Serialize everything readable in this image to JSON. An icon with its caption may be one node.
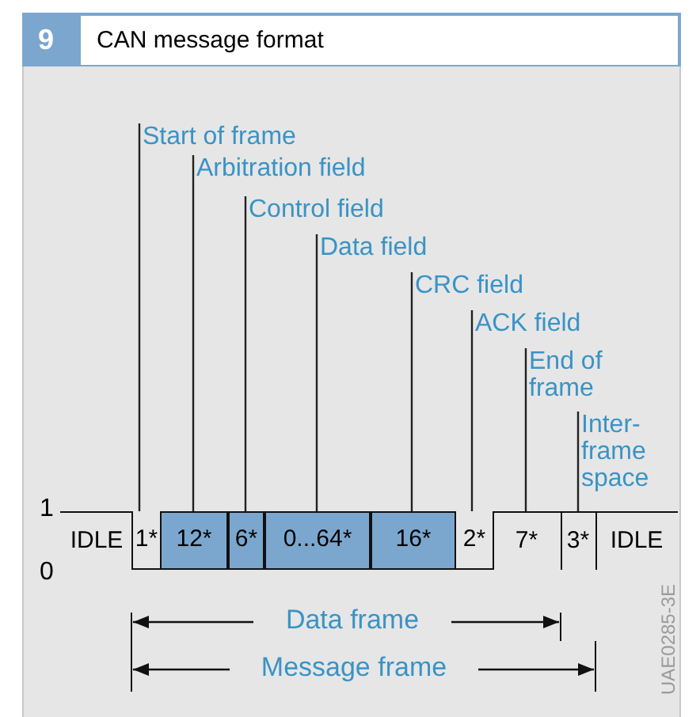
{
  "diagram": {
    "title": "CAN message format",
    "nodes": [
      {
        "text": [
          "Start of frame"
        ]
      },
      {
        "text": [
          "Arbitration field"
        ]
      },
      {
        "text": [
          "Control field"
        ]
      },
      {
        "text": [
          "Data field"
        ]
      },
      {
        "text": [
          "CRC field"
        ]
      },
      {
        "text": [
          "ACK field"
        ]
      },
      {
        "text": [
          "End of frame"
        ]
      },
      {
        "text": [
          "Inter-frame space"
        ]
      },
      {
        "text": [
          "IDLE"
        ]
      },
      {
        "text": [
          "1*"
        ]
      },
      {
        "text": [
          "12*"
        ]
      },
      {
        "text": [
          "6*"
        ]
      },
      {
        "text": [
          "0...64*"
        ]
      },
      {
        "text": [
          "16*"
        ]
      },
      {
        "text": [
          "2*"
        ]
      },
      {
        "text": [
          "7*"
        ]
      },
      {
        "text": [
          "3*"
        ]
      },
      {
        "text": [
          "IDLE"
        ]
      }
    ],
    "edges": [
      {
        "from": 0,
        "to": 9,
        "arrow": "none"
      },
      {
        "from": 1,
        "to": 10,
        "arrow": "none"
      },
      {
        "from": 2,
        "to": 11,
        "arrow": "none"
      },
      {
        "from": 3,
        "to": 12,
        "arrow": "none"
      },
      {
        "from": 4,
        "to": 13,
        "arrow": "none"
      },
      {
        "from": 5,
        "to": 14,
        "arrow": "none"
      },
      {
        "from": 6,
        "to": 15,
        "arrow": "none"
      },
      {
        "from": 7,
        "to": 16,
        "arrow": "none"
      }
    ],
    "labels": [
      "9",
      "1",
      "0",
      "Data frame",
      "Message frame",
      "UAE0285-3E"
    ]
  }
}
